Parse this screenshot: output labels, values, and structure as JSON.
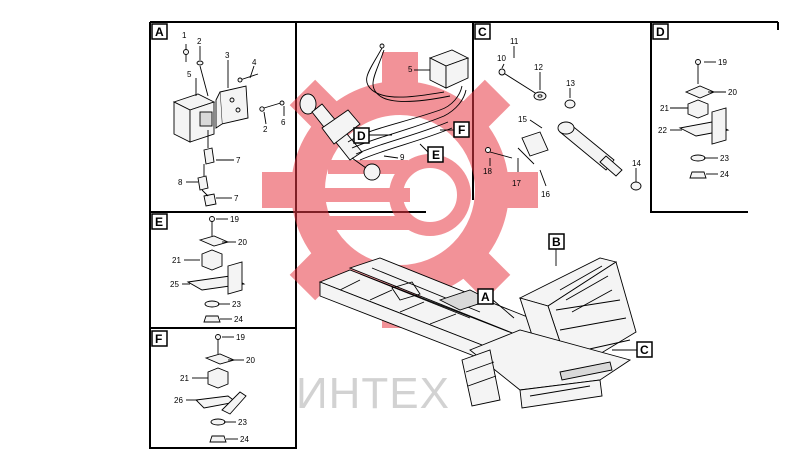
{
  "sections": {
    "A": "A",
    "B": "B",
    "C": "C",
    "D": "D",
    "E": "E",
    "F": "F"
  },
  "callouts": {
    "A": [
      "1",
      "2",
      "3",
      "4",
      "5",
      "2",
      "6",
      "7",
      "8",
      "7"
    ],
    "B": [
      "5",
      "9"
    ],
    "C": [
      "11",
      "10",
      "12",
      "13",
      "15",
      "14",
      "18",
      "17",
      "16"
    ],
    "D": [
      "19",
      "20",
      "21",
      "22",
      "23",
      "24"
    ],
    "E": [
      "19",
      "20",
      "21",
      "25",
      "23",
      "24"
    ],
    "F": [
      "19",
      "20",
      "21",
      "26",
      "23",
      "24"
    ]
  },
  "watermark": {
    "text": "ИНТЕХ",
    "color": "#e83a45"
  }
}
